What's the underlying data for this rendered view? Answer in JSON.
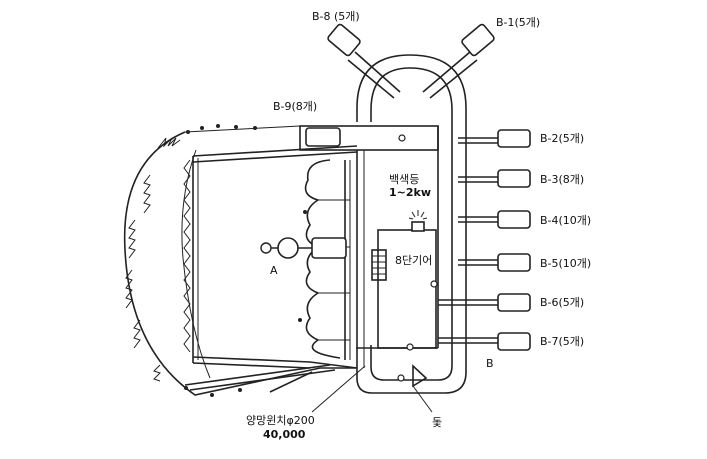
{
  "labels": {
    "b8": "B-8  (5개)",
    "b1": "B-1(5개)",
    "b9": "B-9(8개)",
    "b2": "B-2(5개)",
    "b3": "B-3(8개)",
    "b4": "B-4(10개)",
    "b5": "B-5(10개)",
    "b6": "B-6(5개)",
    "b7": "B-7(5개)",
    "lamp_line1": "백색등",
    "lamp_line2": "1~2kw",
    "gear": "8단기어",
    "point_a": "A",
    "point_b": "B",
    "winch_line1": "양망윈치φ200",
    "winch_line2": "40,000",
    "mast": "돛"
  },
  "colors": {
    "line": "#222222",
    "background": "#ffffff"
  }
}
